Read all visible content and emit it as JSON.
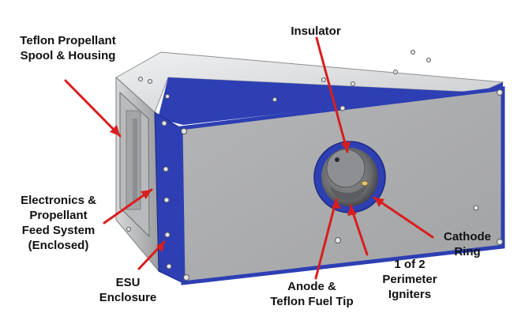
{
  "diagram": {
    "labels": {
      "teflon_spool": [
        "Teflon Propellant",
        "Spool & Housing"
      ],
      "insulator": [
        "Insulator"
      ],
      "electronics": [
        "Electronics &",
        "Propellant",
        "Feed System",
        "(Enclosed)"
      ],
      "esu": [
        "ESU",
        "Enclosure"
      ],
      "anode": [
        "Anode &",
        "Teflon Fuel Tip"
      ],
      "igniters": [
        "1 of 2",
        "Perimeter",
        "Igniters"
      ],
      "cathode": [
        "Cathode",
        "Ring"
      ]
    },
    "colors": {
      "body_gray": "#b8b9bb",
      "front_panel": "#adaeb0",
      "accent_blue": "#2d3fb3",
      "arrow_red": "#d81e1e",
      "label_text": "#111111"
    }
  }
}
